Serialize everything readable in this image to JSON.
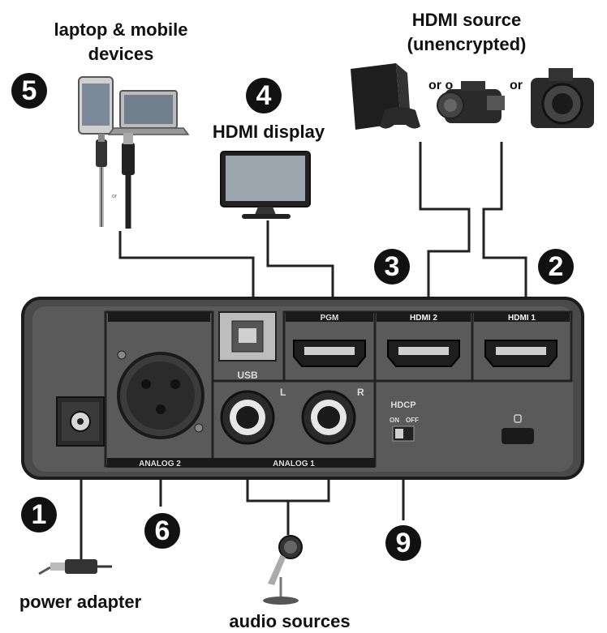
{
  "labels": {
    "laptop_mobile_line1": "laptop & mobile",
    "laptop_mobile_line2": "devices",
    "hdmi_source_line1": "HDMI source",
    "hdmi_source_line2": "(unencrypted)",
    "hdmi_display": "HDMI display",
    "power_adapter": "power adapter",
    "audio_sources": "audio sources",
    "or_1": "or o",
    "or_2": "or",
    "or_cable": "or"
  },
  "panel": {
    "pgm": "PGM",
    "hdmi2": "HDMI 2",
    "hdmi1": "HDMI 1",
    "usb": "USB",
    "analog2": "ANALOG 2",
    "analog1": "ANALOG 1",
    "left": "L",
    "right": "R",
    "hdcp": "HDCP",
    "on": "ON",
    "off": "OFF"
  },
  "badges": {
    "b1": "1",
    "b2": "2",
    "b3": "3",
    "b4": "4",
    "b5": "5",
    "b6": "6",
    "b9": "9"
  }
}
